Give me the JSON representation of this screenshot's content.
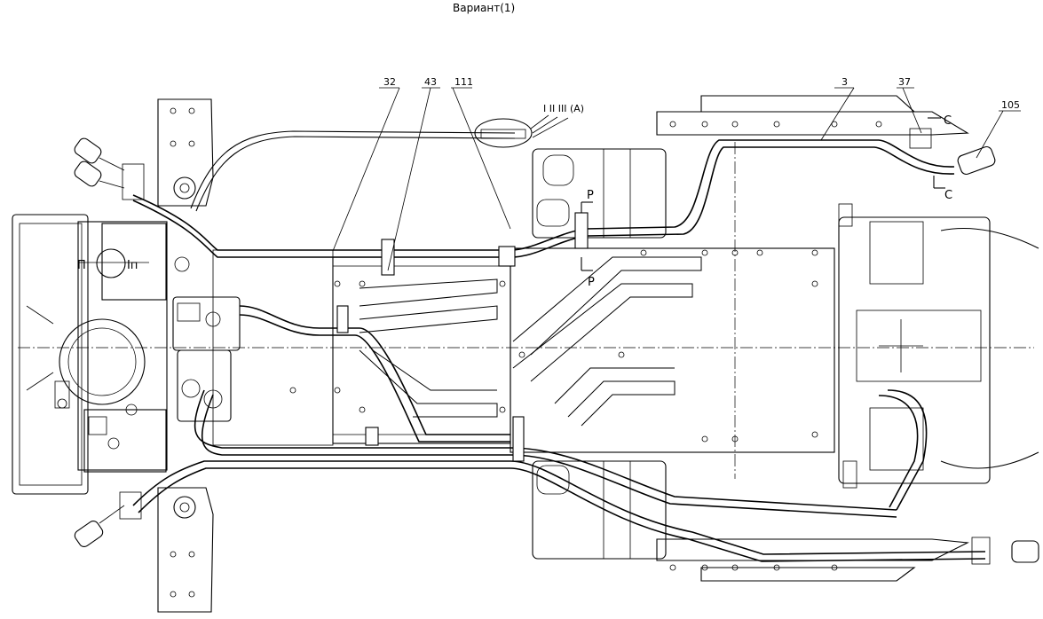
{
  "drawing": {
    "title": "Вариант(1)",
    "callouts": [
      {
        "id": "32",
        "label": "32"
      },
      {
        "id": "43",
        "label": "43"
      },
      {
        "id": "111",
        "label": "111"
      },
      {
        "id": "3",
        "label": "3"
      },
      {
        "id": "37",
        "label": "37"
      },
      {
        "id": "105",
        "label": "105"
      }
    ],
    "connector_label": "I  II  III (A)",
    "section_marks": {
      "p_top": "P",
      "p_bottom": "P",
      "c_top": "C",
      "c_bottom": "C",
      "pi_left": "П",
      "pi_right": "Iп"
    }
  }
}
